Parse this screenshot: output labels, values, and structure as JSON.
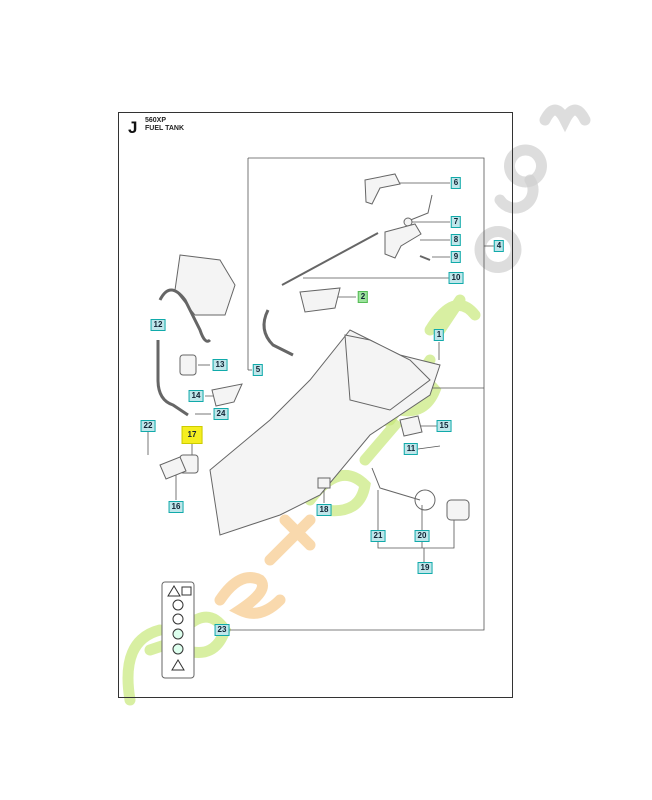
{
  "header": {
    "section_letter": "J",
    "model": "560XP",
    "title": "FUEL TANK"
  },
  "callouts": [
    {
      "n": "6",
      "style": "blue"
    },
    {
      "n": "7",
      "style": "blue"
    },
    {
      "n": "8",
      "style": "blue"
    },
    {
      "n": "4",
      "style": "blue"
    },
    {
      "n": "9",
      "style": "blue"
    },
    {
      "n": "10",
      "style": "blue"
    },
    {
      "n": "2",
      "style": "green"
    },
    {
      "n": "12",
      "style": "blue"
    },
    {
      "n": "1",
      "style": "blue"
    },
    {
      "n": "13",
      "style": "blue"
    },
    {
      "n": "5",
      "style": "blue"
    },
    {
      "n": "14",
      "style": "blue"
    },
    {
      "n": "24",
      "style": "blue"
    },
    {
      "n": "22",
      "style": "blue"
    },
    {
      "n": "17",
      "style": "yellow"
    },
    {
      "n": "15",
      "style": "blue"
    },
    {
      "n": "11",
      "style": "blue"
    },
    {
      "n": "16",
      "style": "blue"
    },
    {
      "n": "18",
      "style": "blue"
    },
    {
      "n": "21",
      "style": "blue"
    },
    {
      "n": "20",
      "style": "blue"
    },
    {
      "n": "19",
      "style": "blue"
    },
    {
      "n": "23",
      "style": "blue"
    }
  ],
  "watermark": {
    "text": "Foretgarden.com",
    "colors": [
      "#c7e87a",
      "#f7c98a",
      "#cfcfcf"
    ]
  },
  "colors": {
    "callout_fill": "#bfe6ea",
    "highlight": "#f5ee20",
    "line": "#555555"
  }
}
